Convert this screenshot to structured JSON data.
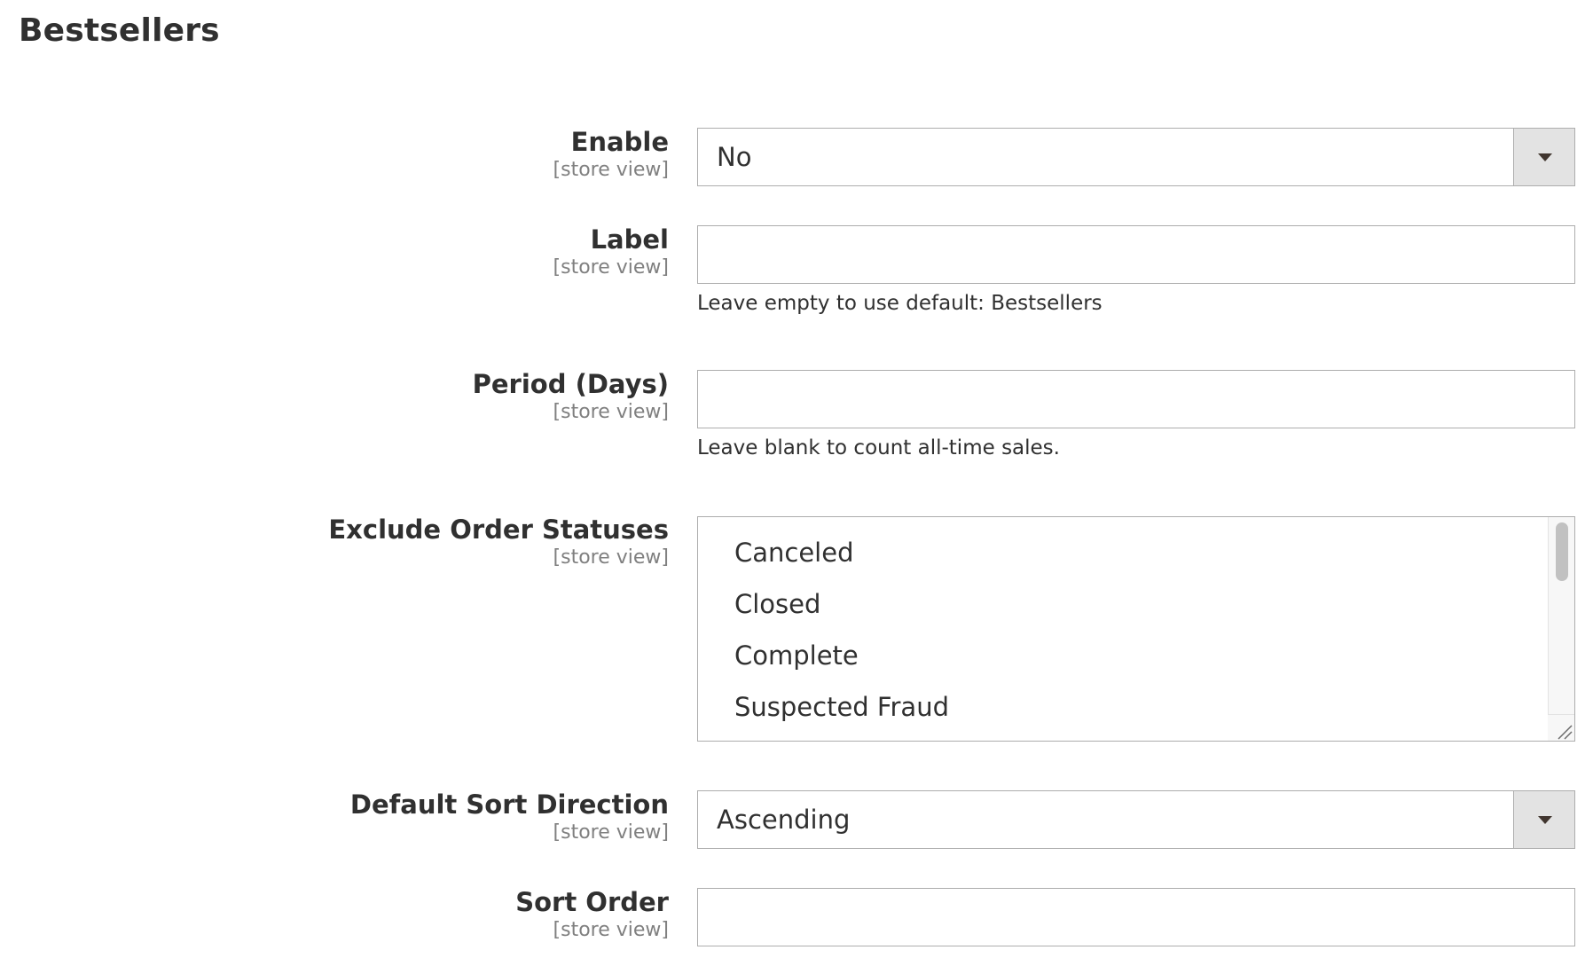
{
  "section": {
    "title": "Bestsellers"
  },
  "fields": {
    "enable": {
      "label": "Enable",
      "scope": "[store view]",
      "value": "No"
    },
    "label": {
      "label": "Label",
      "scope": "[store view]",
      "value": "",
      "note": "Leave empty to use default: Bestsellers"
    },
    "period": {
      "label": "Period (Days)",
      "scope": "[store view]",
      "value": "",
      "note": "Leave blank to count all-time sales."
    },
    "exclude_statuses": {
      "label": "Exclude Order Statuses",
      "scope": "[store view]",
      "options": [
        "Canceled",
        "Closed",
        "Complete",
        "Suspected Fraud"
      ]
    },
    "sort_direction": {
      "label": "Default Sort Direction",
      "scope": "[store view]",
      "value": "Ascending"
    },
    "sort_order": {
      "label": "Sort Order",
      "scope": "[store view]",
      "value": ""
    }
  },
  "icons": {
    "select_arrow": "triangle-down-icon",
    "resize_handle": "resize-grip-icon"
  }
}
